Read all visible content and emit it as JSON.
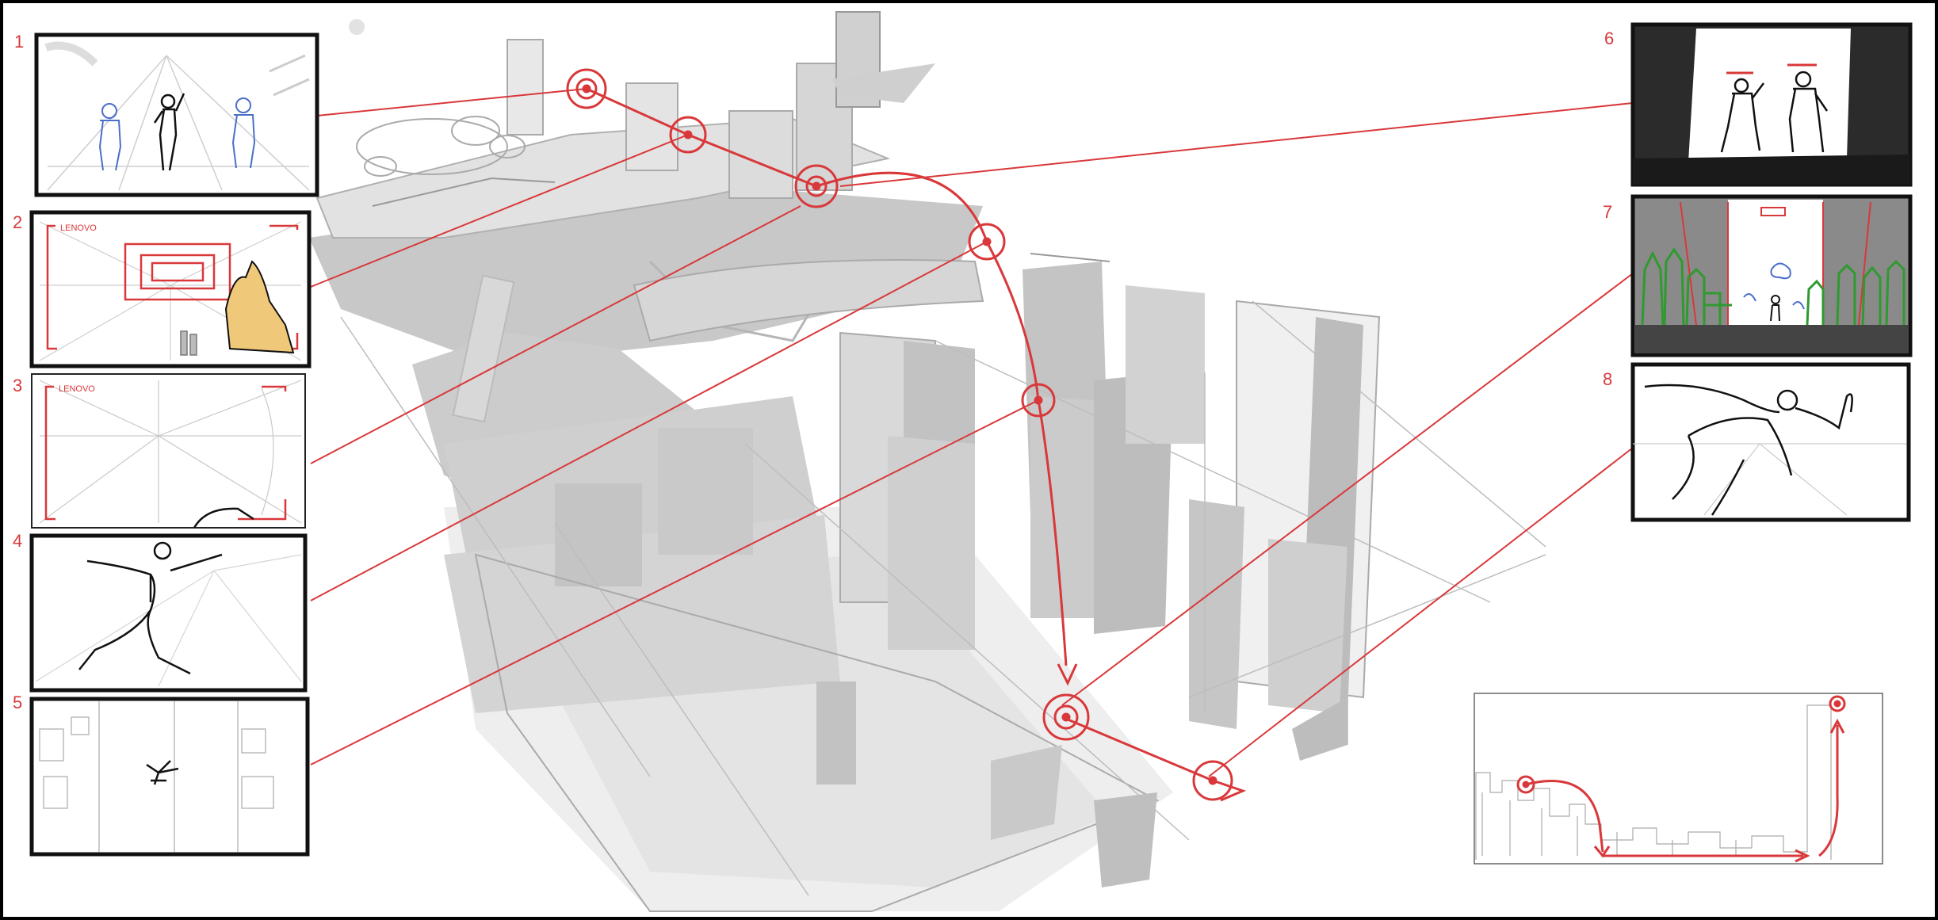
{
  "panel_numbers": [
    "1",
    "2",
    "3",
    "4",
    "5",
    "6",
    "7",
    "8"
  ],
  "panel_texts": {
    "brand_label_a": "LENOVO",
    "brand_label_b": "LENOVO"
  },
  "colors": {
    "background": "#ffffff",
    "outer_frame": "#000000",
    "path_red": "#d9383a",
    "sketch_gray": "#c9c9c9",
    "sketch_light": "#e6e6e6",
    "line_gray": "#9a9a9a",
    "figure_blue": "#4a6fc9",
    "figure_green": "#2f9a2f",
    "hand_skin": "#f0c87a",
    "dark_panel": "#2b2b2b"
  }
}
